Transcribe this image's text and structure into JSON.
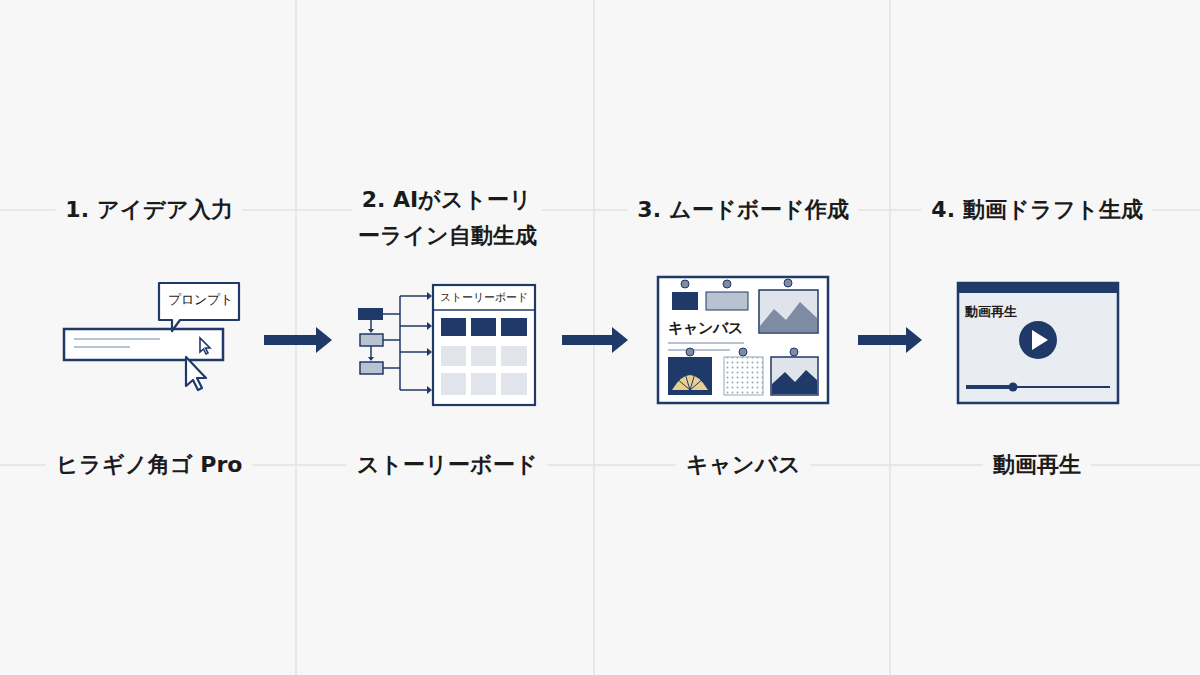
{
  "diagram": {
    "nodes": [
      {
        "text": [
          "1. アイデア入力",
          "プロンプト",
          "ヒラギノ角ゴ Pro"
        ]
      },
      {
        "text": [
          "2. AIがストーリーライン自動生成",
          "ストーリーボード",
          "ストーリーボード"
        ]
      },
      {
        "text": [
          "3. ムードボード作成",
          "キャンバス",
          "キャンバス"
        ]
      },
      {
        "text": [
          "4. 動画ドラフト生成",
          "動画再生",
          "動画再生"
        ]
      }
    ],
    "edges": [
      {
        "from": 0,
        "to": 1,
        "arrow": "to"
      },
      {
        "from": 1,
        "to": 2,
        "arrow": "to"
      },
      {
        "from": 2,
        "to": 3,
        "arrow": "to"
      }
    ]
  }
}
